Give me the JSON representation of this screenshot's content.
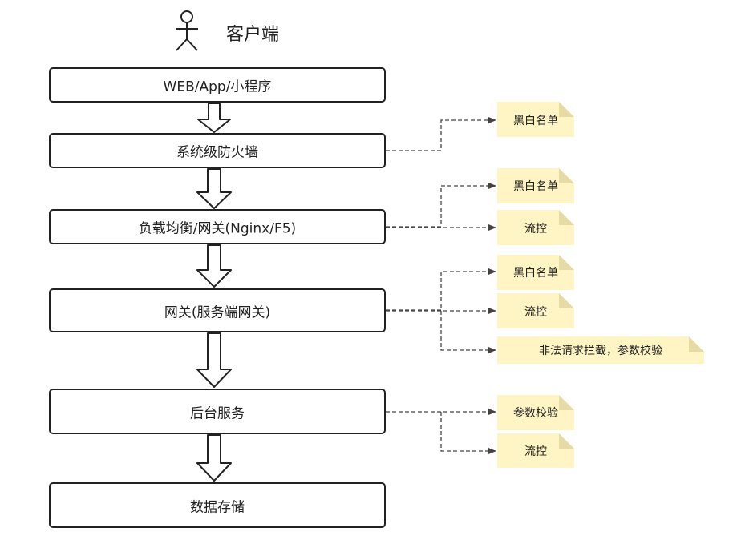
{
  "actor": {
    "label": "客户端",
    "icon": "person-icon"
  },
  "layers": [
    "WEB/App/小程序",
    "系统级防火墙",
    "负载均衡/网关(Nginx/F5)",
    "网关(服务端网关)",
    "后台服务",
    "数据存储"
  ],
  "notes": {
    "firewall": [
      "黑白名单"
    ],
    "loadbalancer": [
      "黑白名单",
      "流控"
    ],
    "gateway": [
      "黑白名单",
      "流控",
      "非法请求拦截，参数校验"
    ],
    "backend": [
      "参数校验",
      "流控"
    ]
  },
  "colors": {
    "box_border": "#222222",
    "note_fill": "#fff4c3",
    "note_fold": "#e6dba5",
    "connector": "#444444"
  }
}
